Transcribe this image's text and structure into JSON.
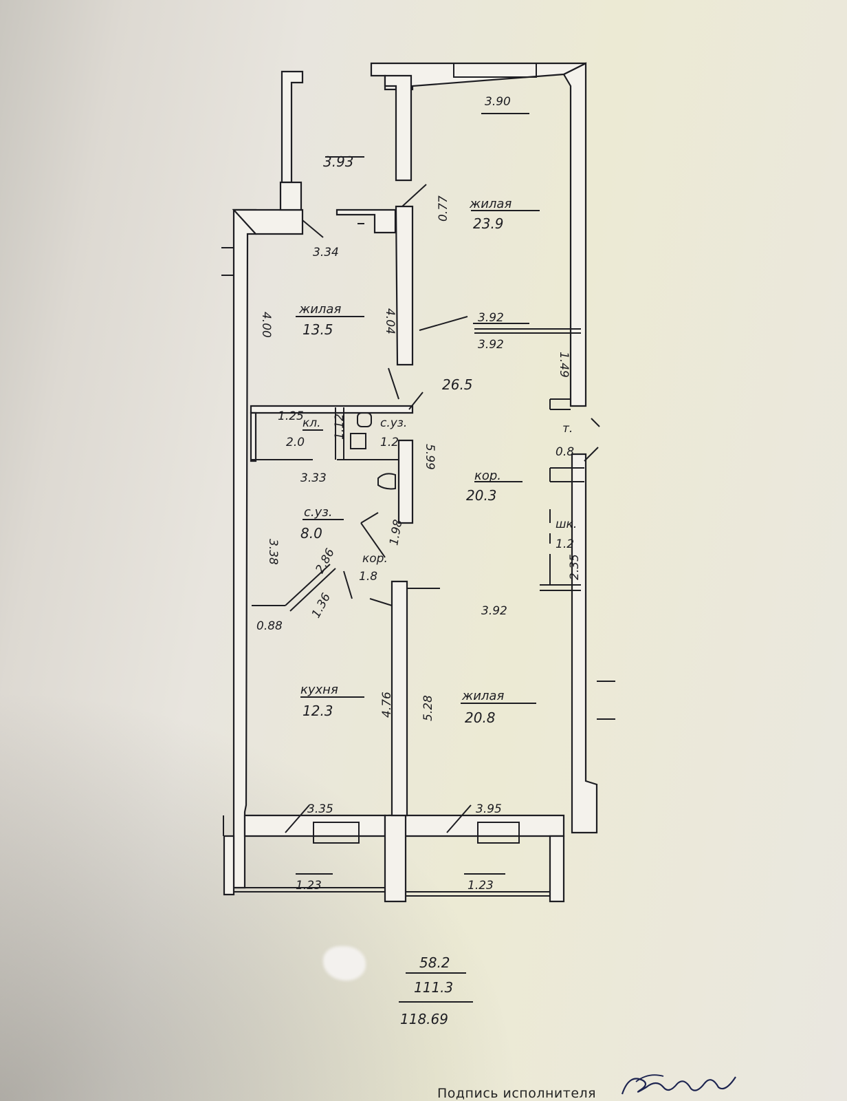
{
  "rooms": {
    "balcony_top": {
      "area": "3.93"
    },
    "living_top_right": {
      "name": "жилая",
      "area": "23.9",
      "width": "3.90",
      "door_width": "0.77"
    },
    "living_left": {
      "name": "жилая",
      "area": "13.5",
      "height_left": "4.00",
      "height_right": "4.04",
      "door_width": "3.34"
    },
    "hall_top": {
      "area": "26.5",
      "w1": "3.92",
      "w2": "3.92",
      "side": "1.49"
    },
    "storage": {
      "name": "кл.",
      "area": "2.0",
      "w": "1.25",
      "h": "1.12"
    },
    "wc_small": {
      "name": "с.уз.",
      "area": "1.2"
    },
    "vestibule": {
      "name": "т.",
      "area": "0.8"
    },
    "corridor_main": {
      "name": "кор.",
      "area": "20.3",
      "len": "5.99",
      "w": "3.92"
    },
    "wardrobe": {
      "name": "шк.",
      "area": "1.2",
      "h": "2.35"
    },
    "bathroom": {
      "name": "с.уз.",
      "area": "8.0",
      "w": "3.33",
      "h": "3.38",
      "door": "2.86"
    },
    "corridor_small": {
      "name": "кор.",
      "area": "1.8",
      "h": "1.98"
    },
    "kitchen": {
      "name": "кухня",
      "area": "12.3",
      "h": "4.76",
      "w": "3.35",
      "diag": "1.36",
      "edge": "0.88"
    },
    "living_bottom": {
      "name": "жилая",
      "area": "20.8",
      "h": "5.28",
      "w": "3.95"
    },
    "loggia_left": {
      "w": "1.23"
    },
    "loggia_right": {
      "w": "1.23"
    }
  },
  "totals": {
    "living": "58.2",
    "total": "111.3",
    "overall": "118.69"
  },
  "footer": {
    "signature_label": "Подпись исполнителя"
  },
  "colors": {
    "ink": "#1d1d22",
    "paper": "#eae7e0"
  }
}
